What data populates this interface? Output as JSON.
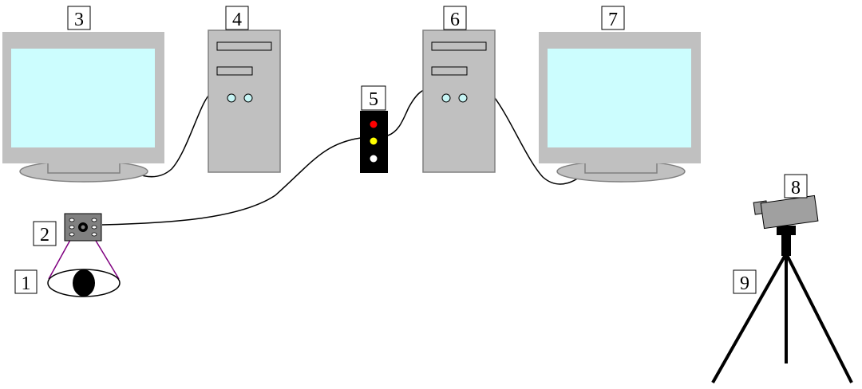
{
  "labels": {
    "eye": "1",
    "eye_tracker": "2",
    "monitor_left": "3",
    "tower_left": "4",
    "signal_box": "5",
    "tower_right": "6",
    "monitor_right": "7",
    "video_camera": "8",
    "tripod": "9"
  },
  "colors": {
    "screen": "#ccfdfe",
    "case": "#c0c0c0",
    "case_border": "#808080",
    "signal_box": "#000000",
    "led_top": "#ff0000",
    "led_middle": "#ffff00",
    "led_bottom": "#ffffff",
    "camera_body": "#a0a0a0",
    "tracker_body": "#808080",
    "eye_lines": "#800080"
  }
}
